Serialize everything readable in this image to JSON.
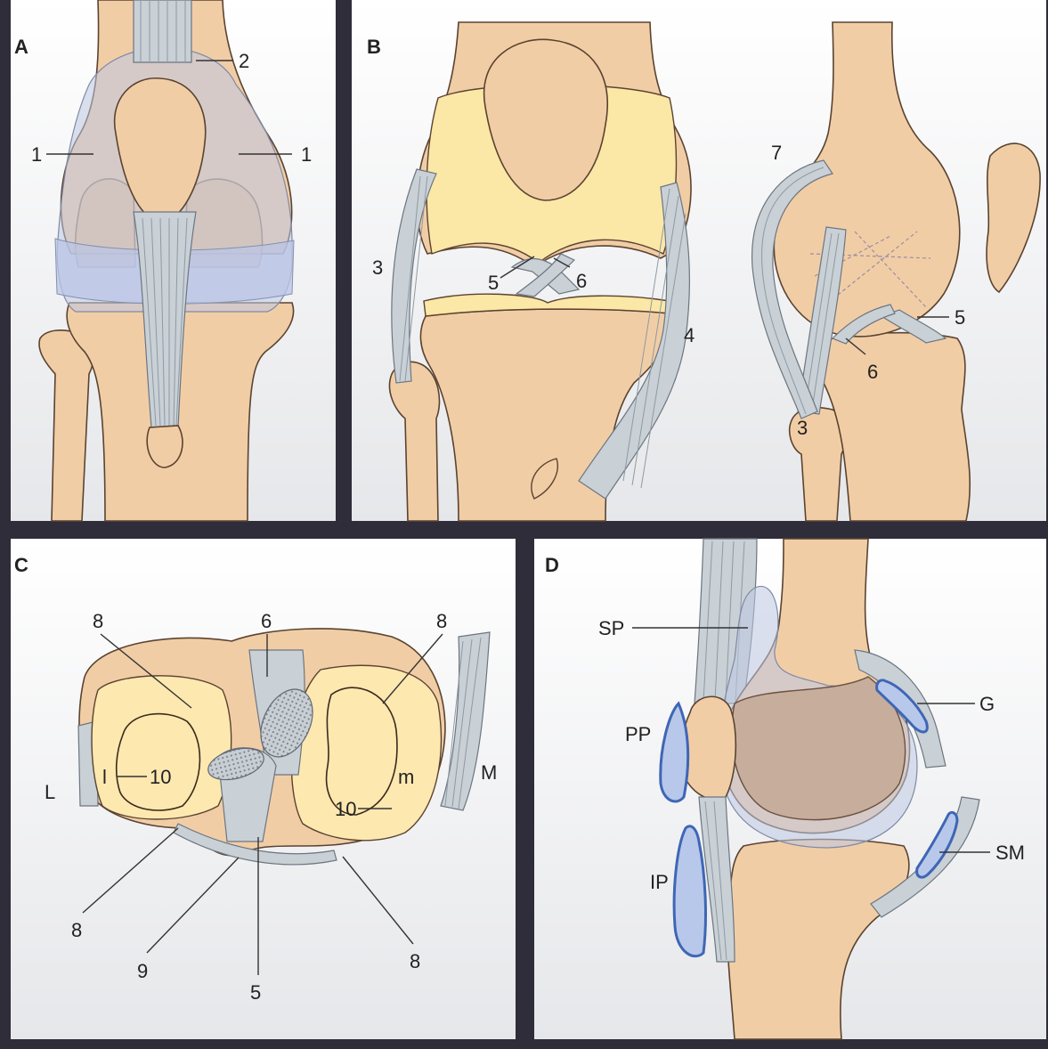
{
  "panels": {
    "A": {
      "letter": "A",
      "labels": {
        "l1_left": "1",
        "l1_right": "1",
        "l2": "2"
      }
    },
    "B": {
      "letter": "B",
      "labels": {
        "l3": "3",
        "l4": "4",
        "l5": "5",
        "l6": "6"
      }
    },
    "B_lateral": {
      "labels": {
        "l7": "7",
        "l5": "5",
        "l6": "6",
        "l3": "3"
      }
    },
    "C": {
      "letter": "C",
      "labels": {
        "l8_top_left": "8",
        "l6": "6",
        "l8_top_right": "8",
        "L": "L",
        "l": "l",
        "l10_left": "10",
        "m": "m",
        "l10_right": "10",
        "M": "M",
        "l8_bottom_left": "8",
        "l9": "9",
        "l5": "5",
        "l8_bottom_right": "8"
      }
    },
    "D": {
      "letter": "D",
      "labels": {
        "SP": "SP",
        "PP": "PP",
        "G": "G",
        "IP": "IP",
        "SM": "SM"
      }
    }
  },
  "colors": {
    "bone": "#f1cda6",
    "cartilage": "#fbe7a6",
    "ligament": "#c9d0d6",
    "capsule": "#bec8e1",
    "bursa_outline": "#3f66b5",
    "frame": "#2f2d3a"
  }
}
